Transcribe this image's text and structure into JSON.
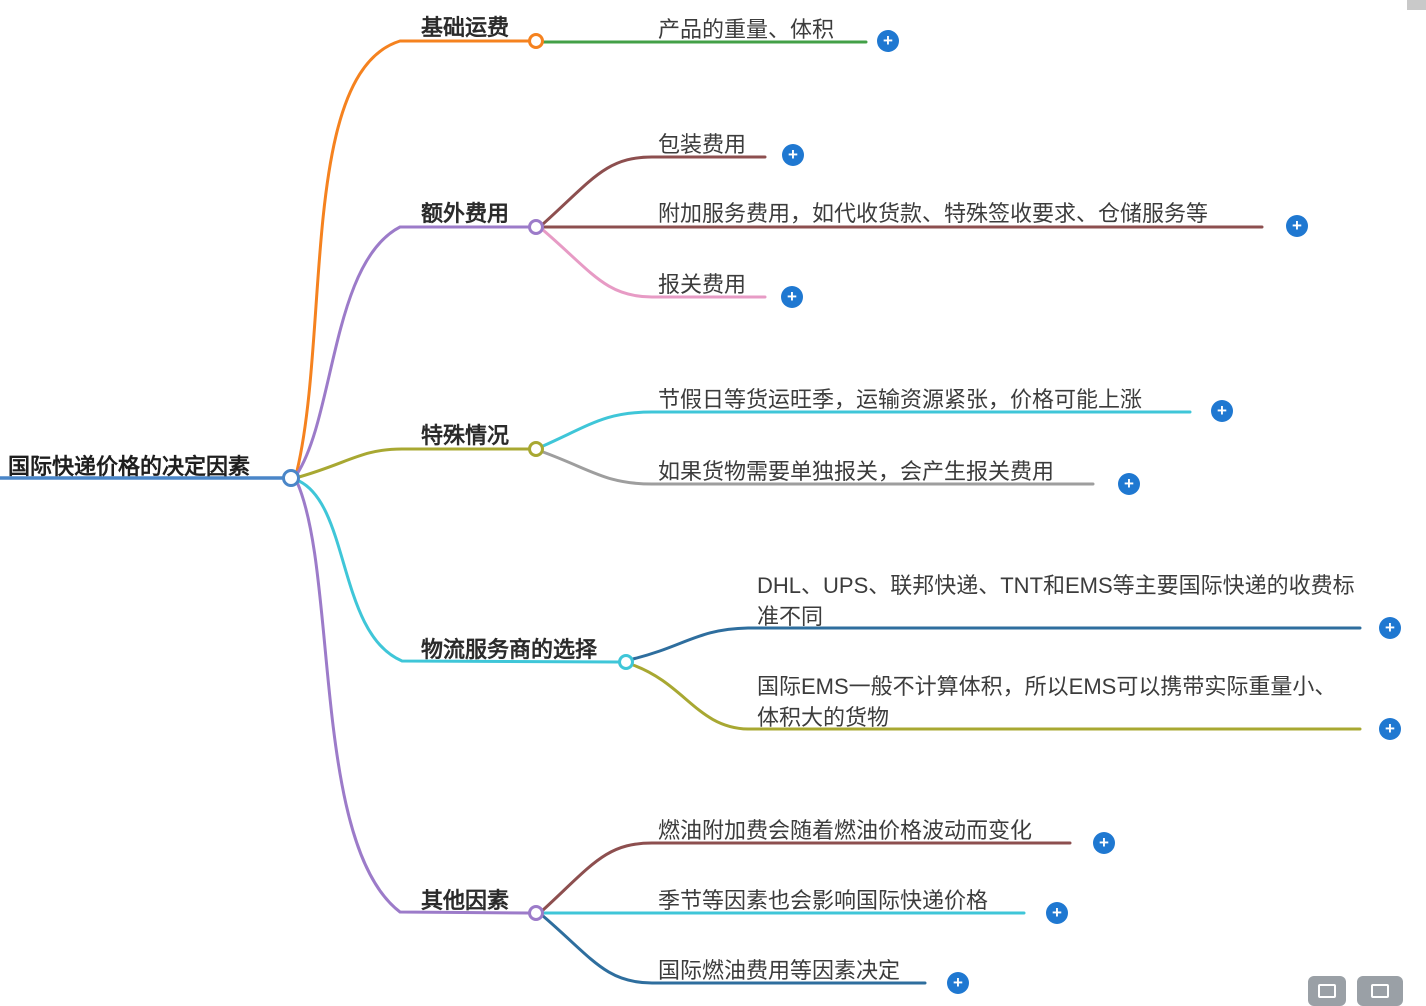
{
  "root": {
    "label": "国际快递价格的决定因素"
  },
  "branches": [
    {
      "label": "基础运费",
      "color": "#f5821f",
      "children": [
        {
          "text": "产品的重量、体积",
          "color": "#43a047"
        }
      ]
    },
    {
      "label": "额外费用",
      "color": "#9c7bc9",
      "children": [
        {
          "text": "包装费用",
          "color": "#8d4f4f"
        },
        {
          "text": "附加服务费用，如代收货款、特殊签收要求、仓储服务等",
          "color": "#8d4f4f"
        },
        {
          "text": "报关费用",
          "color": "#e79bc5"
        }
      ]
    },
    {
      "label": "特殊情况",
      "color": "#a8a832",
      "children": [
        {
          "text": "节假日等货运旺季，运输资源紧张，价格可能上涨",
          "color": "#3fc6d8"
        },
        {
          "text": "如果货物需要单独报关，会产生报关费用",
          "color": "#9e9e9e"
        }
      ]
    },
    {
      "label": "物流服务商的选择",
      "color": "#3fc6d8",
      "children": [
        {
          "text": "DHL、UPS、联邦快递、TNT和EMS等主要国际快递的收费标准不同",
          "color": "#2e6e9e"
        },
        {
          "text": "国际EMS一般不计算体积，所以EMS可以携带实际重量小、体积大的货物",
          "color": "#a8a832"
        }
      ]
    },
    {
      "label": "其他因素",
      "color": "#9c7bc9",
      "children": [
        {
          "text": "燃油附加费会随着燃油价格波动而变化",
          "color": "#8d4f4f"
        },
        {
          "text": "季节等因素也会影响国际快递价格",
          "color": "#3fc6d8"
        },
        {
          "text": "国际燃油费用等因素决定",
          "color": "#2e6e9e"
        }
      ]
    }
  ],
  "icons": {
    "expand": "+"
  },
  "colors": {
    "central": "#4a86c8",
    "orange": "#f5821f",
    "purple": "#9c7bc9",
    "olive": "#a8a832",
    "cyan": "#3fc6d8",
    "green": "#43a047",
    "maroon": "#8d4f4f",
    "pink": "#e79bc5",
    "gray": "#9e9e9e",
    "steel_blue": "#2e6e9e",
    "expand_icon_bg": "#1f78d1"
  }
}
